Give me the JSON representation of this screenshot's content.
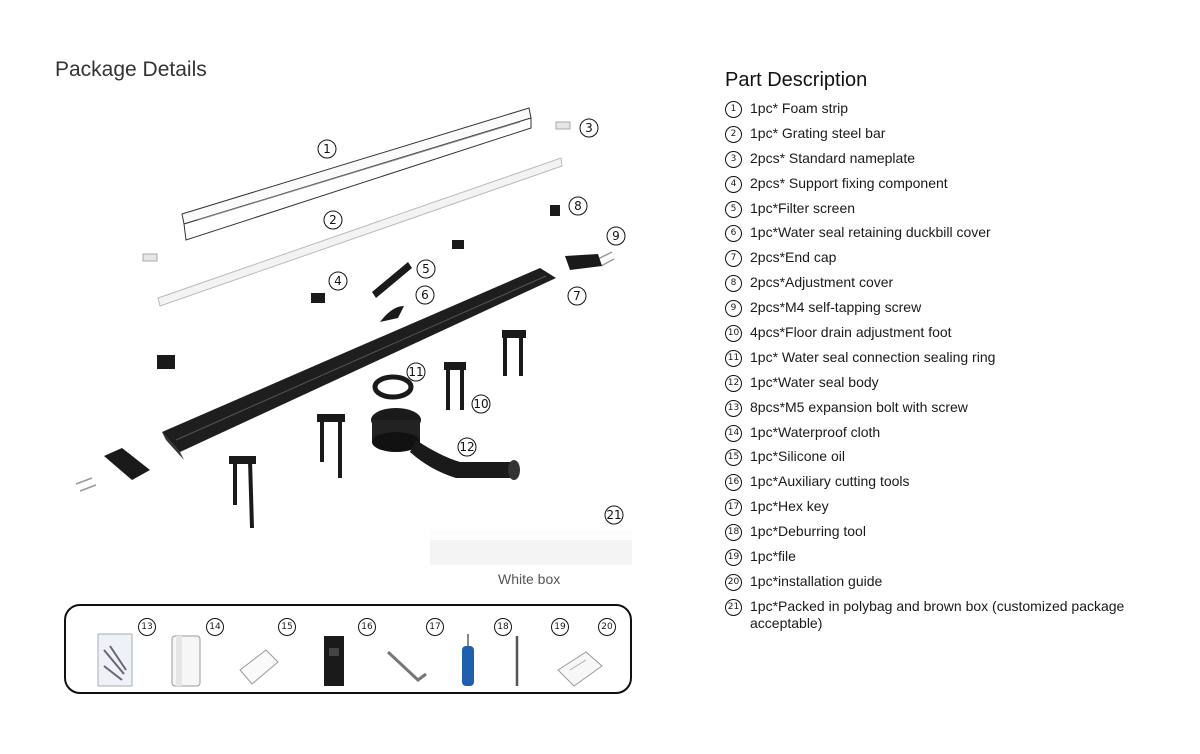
{
  "page_title": "Package Details",
  "white_box_label": "White box",
  "diagram_numbers": [
    "1",
    "2",
    "3",
    "4",
    "5",
    "6",
    "7",
    "8",
    "9",
    "10",
    "11",
    "12",
    "21"
  ],
  "accessory_numbers": [
    "13",
    "14",
    "15",
    "16",
    "17",
    "18",
    "19",
    "20"
  ],
  "part_description": {
    "title": "Part Description",
    "items": [
      {
        "num": "1",
        "text": "1pc* Foam strip"
      },
      {
        "num": "2",
        "text": "1pc* Grating steel bar"
      },
      {
        "num": "3",
        "text": "2pcs* Standard nameplate"
      },
      {
        "num": "4",
        "text": "2pcs* Support fixing component"
      },
      {
        "num": "5",
        "text": "1pc*Filter screen"
      },
      {
        "num": "6",
        "text": "1pc*Water seal retaining duckbill cover"
      },
      {
        "num": "7",
        "text": "2pcs*End cap"
      },
      {
        "num": "8",
        "text": "2pcs*Adjustment cover"
      },
      {
        "num": "9",
        "text": "2pcs*M4 self-tapping screw"
      },
      {
        "num": "10",
        "text": "4pcs*Floor drain adjustment foot"
      },
      {
        "num": "11",
        "text": "1pc* Water seal connection sealing ring"
      },
      {
        "num": "12",
        "text": "1pc*Water seal body"
      },
      {
        "num": "13",
        "text": "8pcs*M5 expansion bolt with screw"
      },
      {
        "num": "14",
        "text": "1pc*Waterproof cloth"
      },
      {
        "num": "15",
        "text": "1pc*Silicone oil"
      },
      {
        "num": "16",
        "text": "1pc*Auxiliary cutting tools"
      },
      {
        "num": "17",
        "text": "1pc*Hex key"
      },
      {
        "num": "18",
        "text": "1pc*Deburring tool"
      },
      {
        "num": "19",
        "text": "1pc*file"
      },
      {
        "num": "20",
        "text": "1pc*installation guide"
      },
      {
        "num": "21",
        "text": "1pc*Packed in polybag and brown box (customized package acceptable)"
      }
    ]
  }
}
